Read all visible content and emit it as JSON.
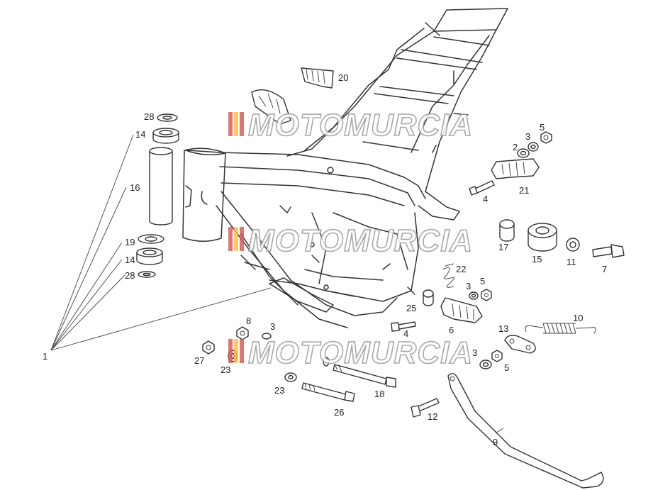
{
  "diagram": {
    "callouts": [
      {
        "id": "c20",
        "text": "20"
      },
      {
        "id": "c28a",
        "text": "28"
      },
      {
        "id": "c14a",
        "text": "14"
      },
      {
        "id": "c16",
        "text": "16"
      },
      {
        "id": "c19",
        "text": "19"
      },
      {
        "id": "c14b",
        "text": "14"
      },
      {
        "id": "c28b",
        "text": "28"
      },
      {
        "id": "c1",
        "text": "1"
      },
      {
        "id": "c5a",
        "text": "5"
      },
      {
        "id": "c3a",
        "text": "3"
      },
      {
        "id": "c2",
        "text": "2"
      },
      {
        "id": "c21",
        "text": "21"
      },
      {
        "id": "c4a",
        "text": "4"
      },
      {
        "id": "c17",
        "text": "17"
      },
      {
        "id": "c15",
        "text": "15"
      },
      {
        "id": "c11",
        "text": "11"
      },
      {
        "id": "c7",
        "text": "7"
      },
      {
        "id": "c22",
        "text": "22"
      },
      {
        "id": "c5b",
        "text": "5"
      },
      {
        "id": "c3b",
        "text": "3"
      },
      {
        "id": "c25",
        "text": "25"
      },
      {
        "id": "c6",
        "text": "6"
      },
      {
        "id": "c10",
        "text": "10"
      },
      {
        "id": "c13",
        "text": "13"
      },
      {
        "id": "c4b",
        "text": "4"
      },
      {
        "id": "c3c",
        "text": "3"
      },
      {
        "id": "c5c",
        "text": "5"
      },
      {
        "id": "c8",
        "text": "8"
      },
      {
        "id": "c3d",
        "text": "3"
      },
      {
        "id": "c27",
        "text": "27"
      },
      {
        "id": "c23a",
        "text": "23"
      },
      {
        "id": "c18",
        "text": "18"
      },
      {
        "id": "c23b",
        "text": "23"
      },
      {
        "id": "c26",
        "text": "26"
      },
      {
        "id": "c12",
        "text": "12"
      },
      {
        "id": "c9",
        "text": "9"
      }
    ]
  },
  "watermark": {
    "text": "MOTOMURCIA",
    "colors": {
      "red": "#d9534f",
      "yellow": "#f2c14e",
      "outline": "#9a9a9a"
    }
  }
}
